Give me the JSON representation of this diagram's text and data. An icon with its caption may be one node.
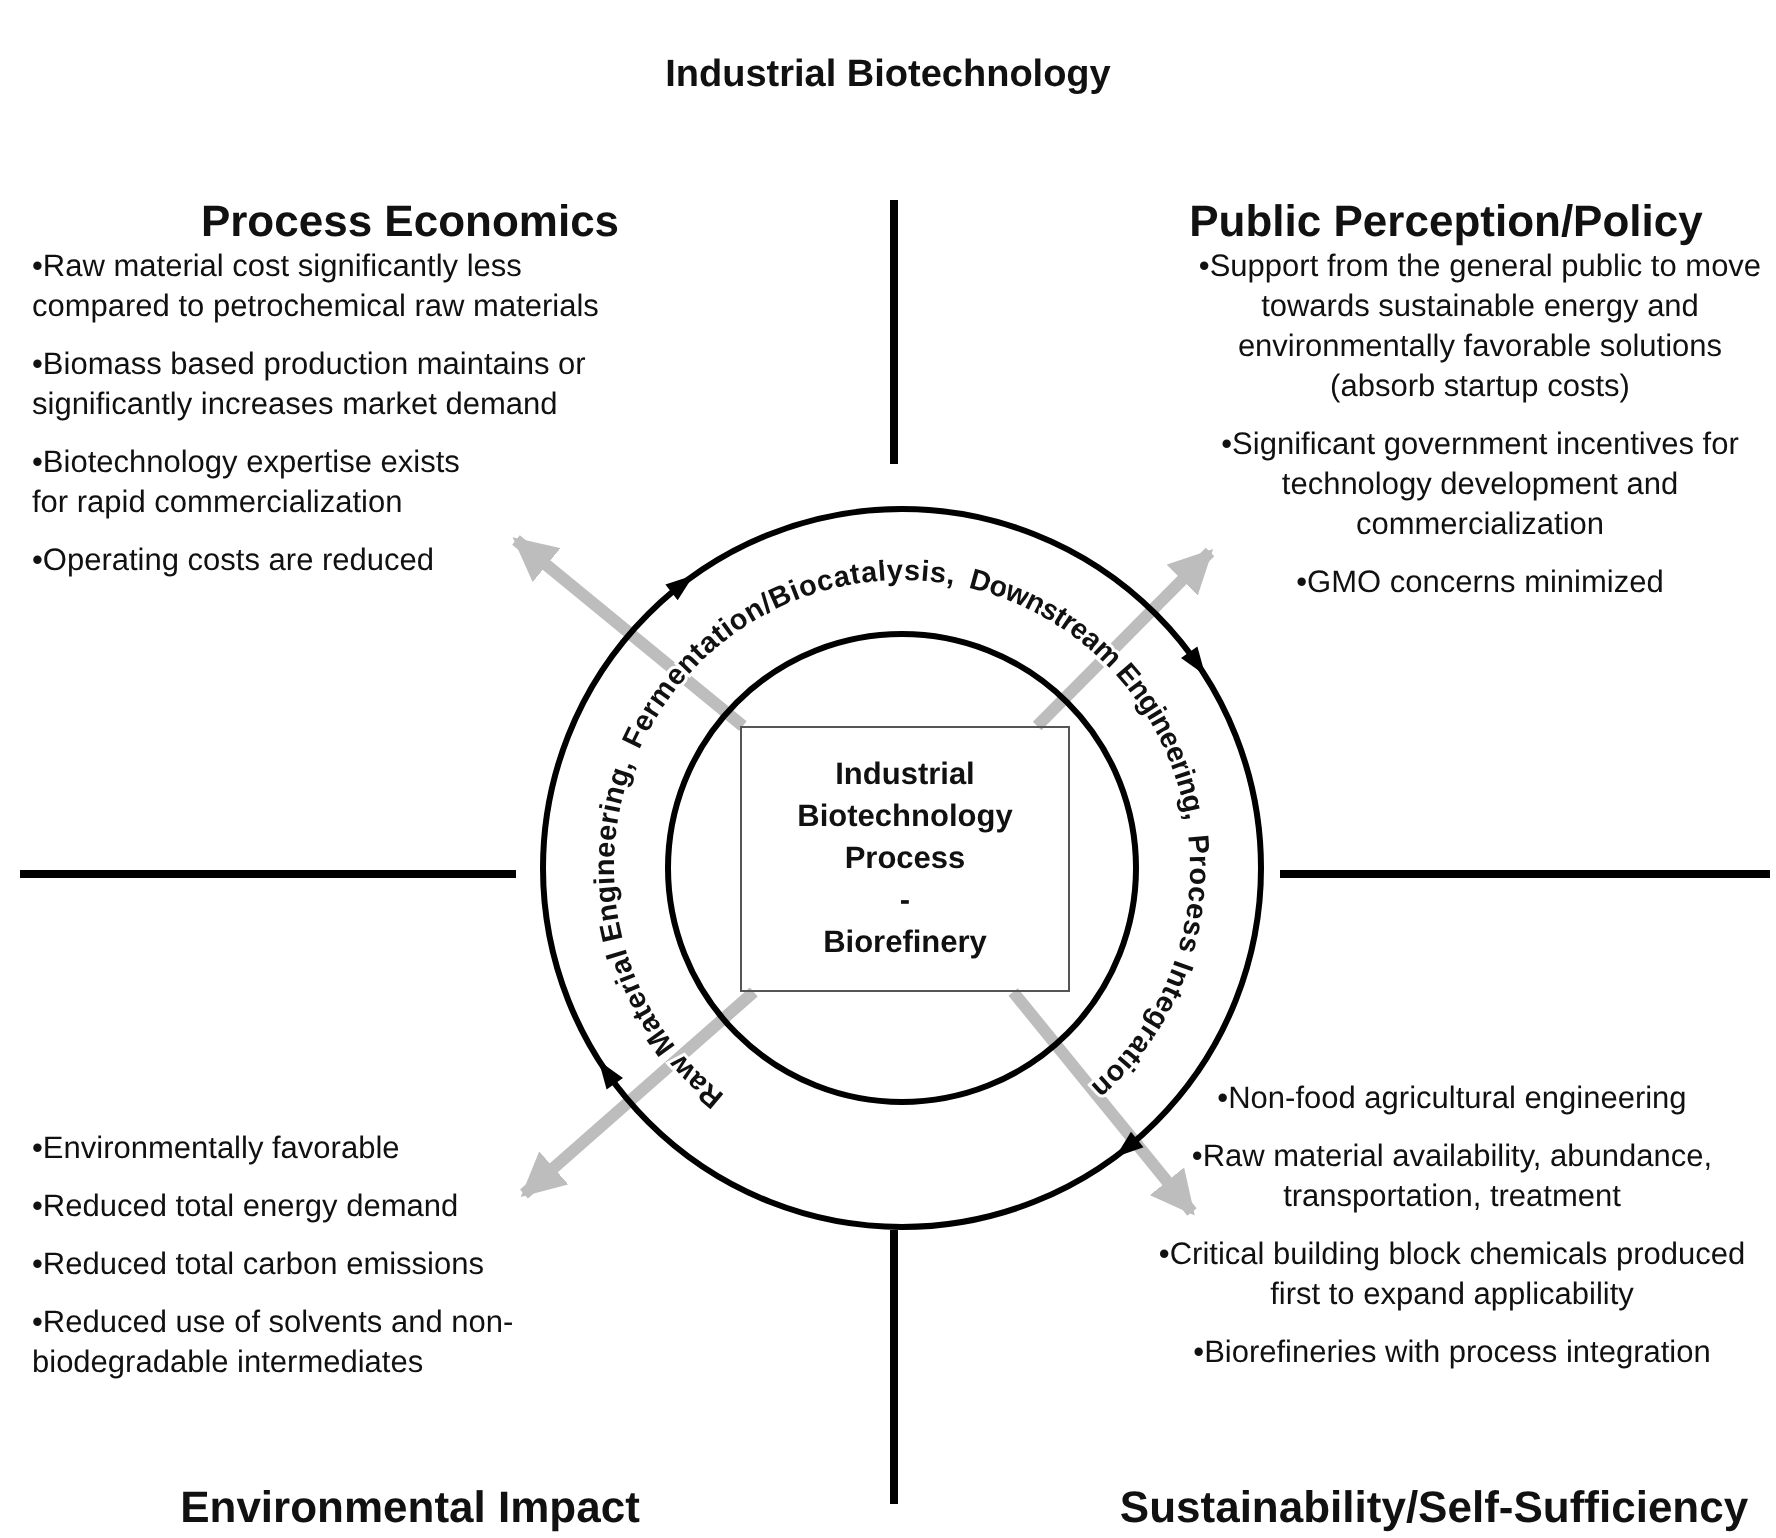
{
  "diagram": {
    "title": "Industrial Biotechnology",
    "nodes": [
      {
        "text": [
          "Raw Material Engineering,",
          "Fermentation/Biocatalysis,",
          "Downstream Engineering,",
          "Process Integration"
        ]
      },
      {
        "text": [
          "Industrial",
          "Biotechnology",
          "Process",
          "-",
          "Biorefinery"
        ],
        "in": 0
      },
      {
        "text": [
          "Process Economics",
          "•Raw material cost significantly less compared to petrochemical raw materials",
          "•Biomass based production maintains or significantly increases market demand",
          "•Biotechnology expertise exists for rapid commercialization",
          "•Operating costs are reduced"
        ]
      },
      {
        "text": [
          "Public Perception/Policy",
          "•Support from the general public to move towards sustainable energy and environmentally favorable solutions (absorb startup costs)",
          "•Significant government incentives for technology development and commercialization",
          "•GMO concerns minimized"
        ]
      },
      {
        "text": [
          "•Environmentally favorable",
          "•Reduced total energy demand",
          "•Reduced total carbon emissions",
          "•Reduced use of solvents and non-biodegradable intermediates",
          "Environmental Impact"
        ]
      },
      {
        "text": [
          "•Non-food agricultural engineering",
          "•Raw material availability, abundance, transportation, treatment",
          "•Critical building block chemicals produced first to expand applicability",
          "•Biorefineries with process integration",
          "Sustainability/Self-Sufficiency"
        ]
      }
    ],
    "edges": [
      {
        "from": 1,
        "to": 2,
        "arrow": "to"
      },
      {
        "from": 1,
        "to": 3,
        "arrow": "to"
      },
      {
        "from": 1,
        "to": 4,
        "arrow": "to"
      },
      {
        "from": 1,
        "to": 5,
        "arrow": "to"
      }
    ]
  }
}
